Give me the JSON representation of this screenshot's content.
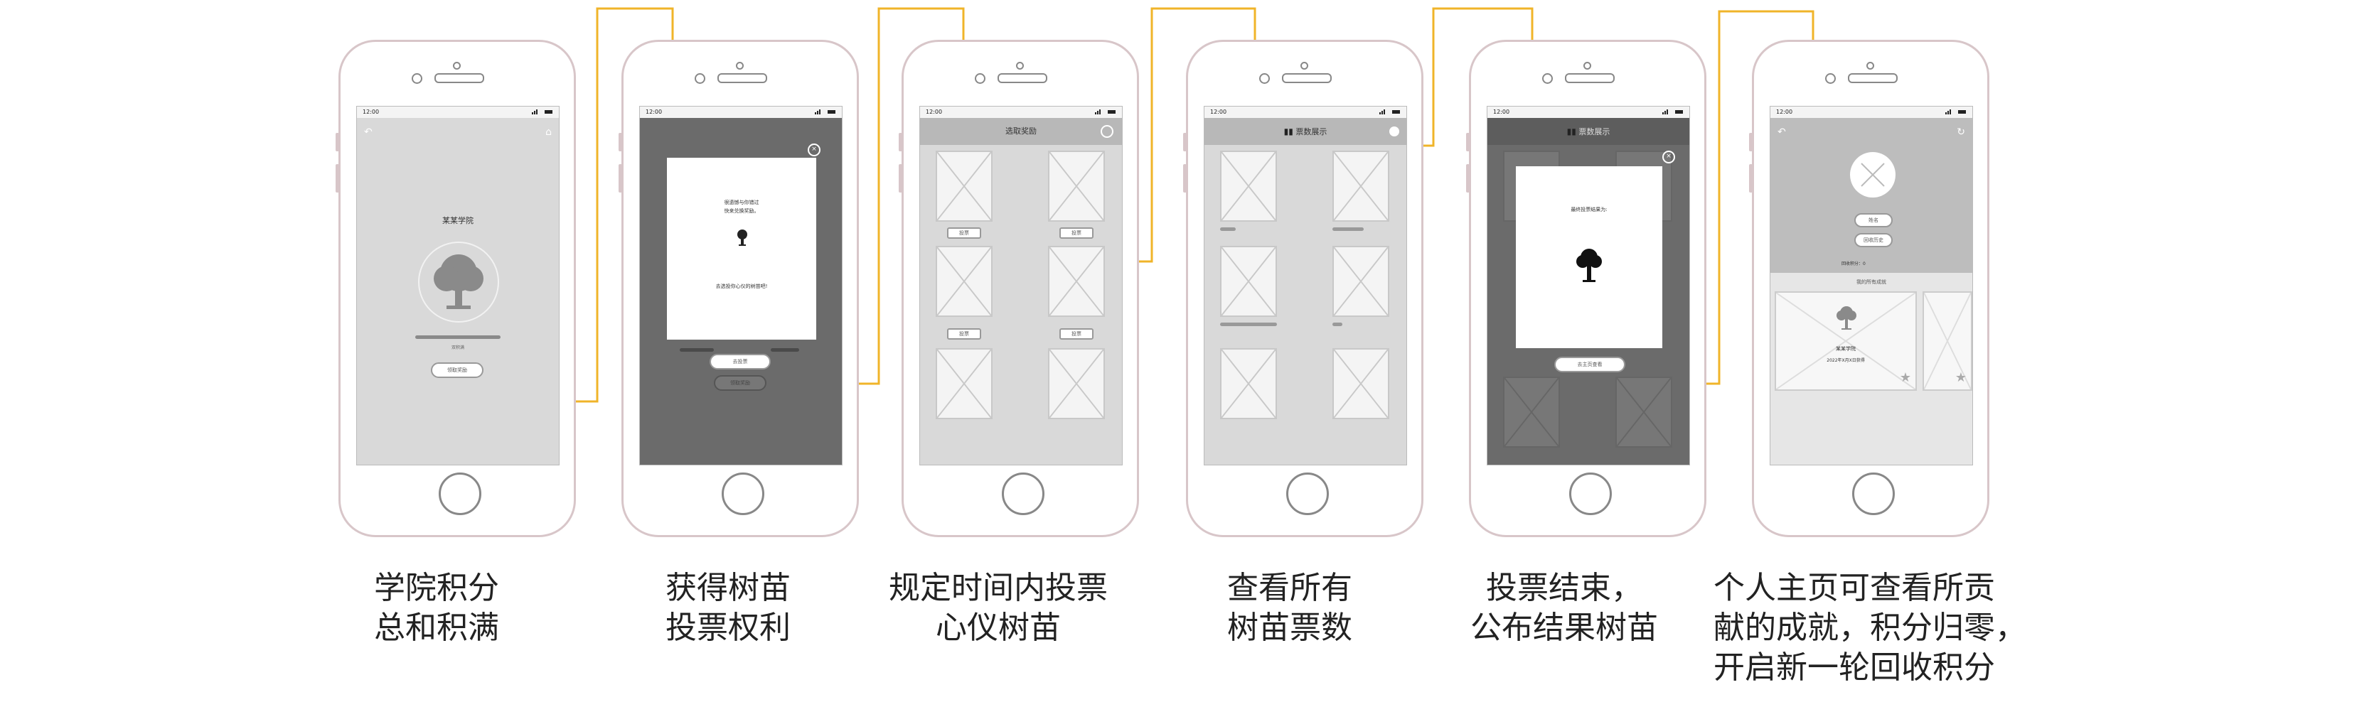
{
  "screens": [
    {
      "status_time": "12:00",
      "title": "某某学院",
      "caption_small": "双积满",
      "button": "领取奖励",
      "caption": [
        "学院积分",
        "总和积满"
      ]
    },
    {
      "status_time": "12:00",
      "popup_text1": "很遗憾与你错过",
      "popup_text2": "快来兑换奖励。",
      "popup_text3": "去选投你心仪的树苗吧!",
      "button": "去投票",
      "button2": "领取奖励",
      "caption": [
        "获得树苗",
        "投票权利"
      ]
    },
    {
      "status_time": "12:00",
      "title": "选取奖励",
      "vote_labels": [
        "投票",
        "投票",
        "投票",
        "投票"
      ],
      "caption": [
        "规定时间内投票",
        "心仪树苗"
      ]
    },
    {
      "status_time": "12:00",
      "title": "票数展示",
      "caption": [
        "查看所有",
        "树苗票数"
      ]
    },
    {
      "status_time": "12:00",
      "title": "票数展示",
      "popup_text": "最终投票结果为:",
      "button": "去主页查看",
      "caption": [
        "投票结束，",
        "公布结果树苗"
      ]
    },
    {
      "status_time": "12:00",
      "btn1": "姓名",
      "btn2": "回收历史",
      "points_text": "回收积分：0",
      "section_title": "我的所有成就",
      "card_title": "某某学院",
      "card_date": "2022年X月X日获得",
      "caption": [
        "个人主页可查看所贡",
        "献的成就，积分归零，",
        "开启新一轮回收积分"
      ]
    }
  ],
  "colors": {
    "connector": "#f0b429",
    "phone_outline": "#d8c6c9"
  }
}
